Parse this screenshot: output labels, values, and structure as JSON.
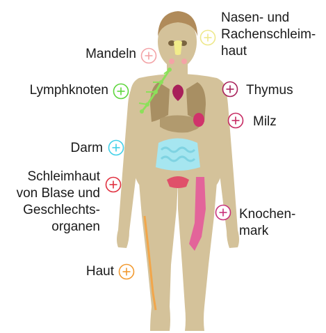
{
  "colors": {
    "skin": "#D4C29A",
    "skin_shadow": "#C1AC80",
    "hair": "#B08B5A",
    "organ": "#B19A6E",
    "lung": "#A88F63",
    "nasal_mucosa": "#F2EC8A",
    "tonsils": "#F4A3A6",
    "lymph": "#8CE05A",
    "thymus": "#A8205A",
    "spleen": "#D0336B",
    "intestine": "#A6E6F0",
    "urogenital": "#E0506A",
    "bone_marrow": "#E45A9A",
    "skin_edge": "#F2A64A",
    "text": "#1a1a1a"
  },
  "labels": {
    "nasal": "Nasen- und\nRachenschleim-\nhaut",
    "tonsils": "Mandeln",
    "lymph": "Lymphknoten",
    "thymus": "Thymus",
    "spleen": "Milz",
    "intestine": "Darm",
    "mucosa": "Schleimhaut\nvon Blase und\nGeschlechts-\norganen",
    "marrow": "Knochen-\nmark",
    "skin": "Haut"
  },
  "markers": {
    "nasal": {
      "icon": "plus-circle-icon",
      "color": "#EEE88A"
    },
    "tonsils": {
      "icon": "plus-circle-icon",
      "color": "#F3A3A6"
    },
    "lymph": {
      "icon": "plus-circle-icon",
      "color": "#5DD63C"
    },
    "thymus": {
      "icon": "plus-circle-icon",
      "color": "#A8205A"
    },
    "spleen": {
      "icon": "plus-circle-icon",
      "color": "#C62A62"
    },
    "intestine": {
      "icon": "plus-circle-icon",
      "color": "#40D0E8"
    },
    "mucosa": {
      "icon": "plus-circle-icon",
      "color": "#E0303F"
    },
    "marrow": {
      "icon": "plus-circle-icon",
      "color": "#C8307A"
    },
    "skin": {
      "icon": "plus-circle-icon",
      "color": "#F29A30"
    }
  }
}
